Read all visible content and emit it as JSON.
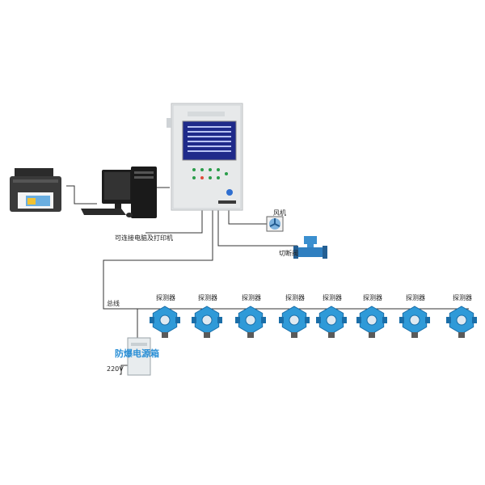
{
  "labels": {
    "pc_printer": "可连接电脑及打印机",
    "fan": "风机",
    "valve": "切断阀",
    "bus": "总线",
    "power_box": "防爆电源箱",
    "voltage": "220V"
  },
  "detectors": [
    {
      "label": "探测器"
    },
    {
      "label": "探测器"
    },
    {
      "label": "探测器"
    },
    {
      "label": "探测器"
    },
    {
      "label": "探测器"
    },
    {
      "label": "探测器"
    },
    {
      "label": "探测器"
    },
    {
      "label": "探测器"
    }
  ],
  "colors": {
    "detector_blue": "#2f9ad8",
    "detector_dark": "#1a6ea8",
    "panel_body": "#e7e9ea",
    "screen_bg": "#1f2a8a",
    "label_accent": "#2a8fd6"
  },
  "icons": [
    "printer-icon",
    "computer-icon",
    "fan-icon",
    "valve-icon",
    "detector-icon",
    "power-box-icon",
    "controller-icon"
  ]
}
